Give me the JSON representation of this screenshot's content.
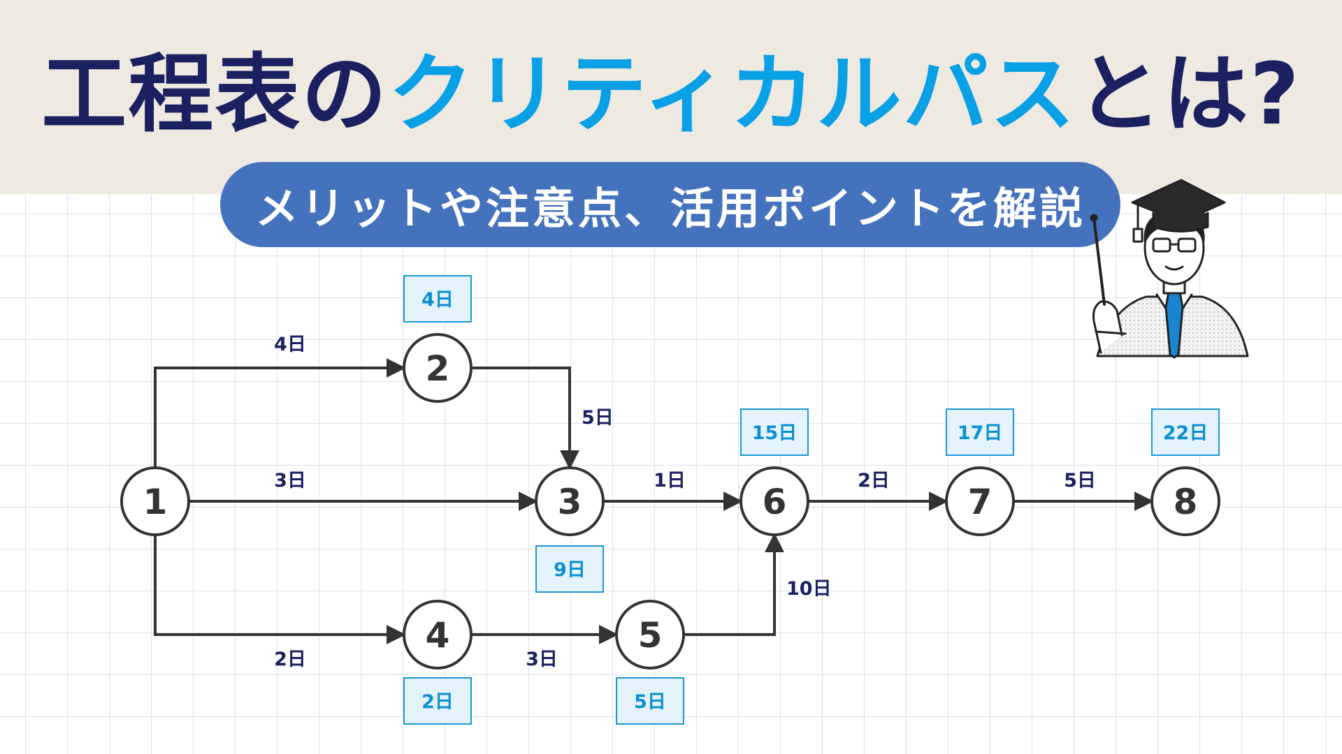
{
  "header": {
    "title_part1": "工程表の",
    "title_part2": "クリティカルパス",
    "title_part3": "とは?",
    "subtitle": "メリットや注意点、活用ポイントを解説"
  },
  "colors": {
    "title_dark": "#1a2060",
    "title_accent": "#0aa0e6",
    "pill": "#4472bd",
    "header_band": "#eeeae2",
    "grid_line": "#d5e4e8",
    "node_stroke": "#333333",
    "edge_label": "#1a2060",
    "time_box_fill": "#e3f2fb",
    "time_box_stroke": "#1c96d6"
  },
  "network": {
    "nodes": [
      {
        "id": "1",
        "label": "1"
      },
      {
        "id": "2",
        "label": "2"
      },
      {
        "id": "3",
        "label": "3"
      },
      {
        "id": "4",
        "label": "4"
      },
      {
        "id": "5",
        "label": "5"
      },
      {
        "id": "6",
        "label": "6"
      },
      {
        "id": "7",
        "label": "7"
      },
      {
        "id": "8",
        "label": "8"
      }
    ],
    "edges": [
      {
        "from": "1",
        "to": "2",
        "label": "4日"
      },
      {
        "from": "2",
        "to": "3",
        "label": "5日"
      },
      {
        "from": "1",
        "to": "3",
        "label": "3日"
      },
      {
        "from": "1",
        "to": "4",
        "label": "2日"
      },
      {
        "from": "4",
        "to": "5",
        "label": "3日"
      },
      {
        "from": "5",
        "to": "6",
        "label": "10日"
      },
      {
        "from": "3",
        "to": "6",
        "label": "1日"
      },
      {
        "from": "6",
        "to": "7",
        "label": "2日"
      },
      {
        "from": "7",
        "to": "8",
        "label": "5日"
      }
    ],
    "earliest_times": [
      {
        "node": "2",
        "label": "4日"
      },
      {
        "node": "3",
        "label": "9日"
      },
      {
        "node": "4",
        "label": "2日"
      },
      {
        "node": "5",
        "label": "5日"
      },
      {
        "node": "6",
        "label": "15日"
      },
      {
        "node": "7",
        "label": "17日"
      },
      {
        "node": "8",
        "label": "22日"
      }
    ]
  },
  "illustration": {
    "icon": "professor-with-pointer-icon"
  }
}
